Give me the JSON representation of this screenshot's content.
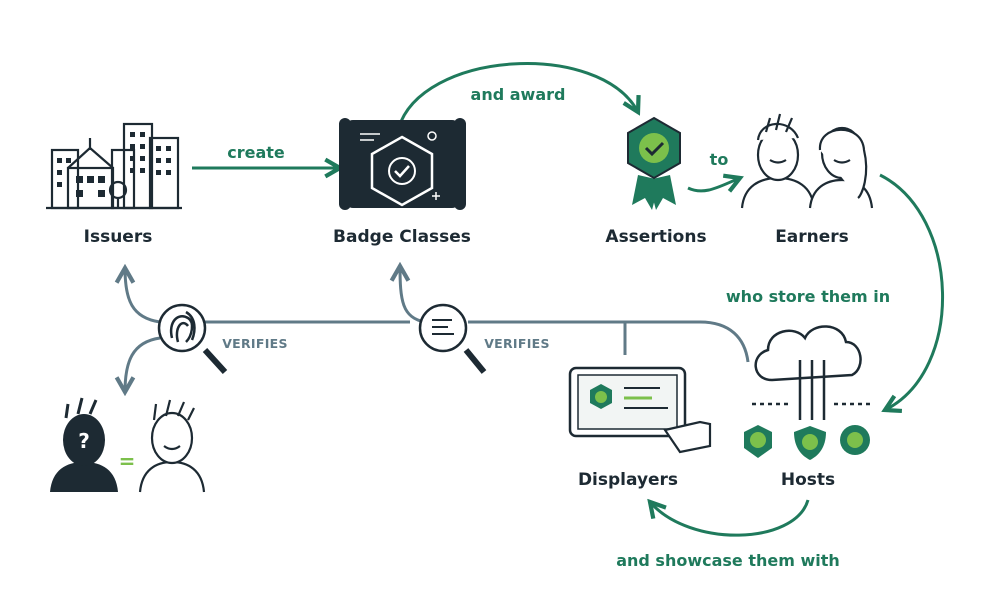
{
  "nodes": {
    "issuers": "Issuers",
    "badge_classes": "Badge Classes",
    "assertions": "Assertions",
    "earners": "Earners",
    "hosts": "Hosts",
    "displayers": "Displayers"
  },
  "flows": {
    "create": "create",
    "and_award": "and award",
    "to": "to",
    "who_store": "who store them in",
    "showcase": "and showcase them with"
  },
  "verify": {
    "verifies_1": "VERIFIES",
    "verifies_2": "VERIFIES",
    "equals": "="
  },
  "colors": {
    "dark": "#1d2a33",
    "green": "#1f7a5c",
    "bright_green": "#7cc04b",
    "slate": "#607a87"
  },
  "icons": [
    "city-buildings-icon",
    "blueprint-badge-icon",
    "ribbon-badge-icon",
    "people-icon",
    "cloud-server-icon",
    "tablet-hand-icon",
    "fingerprint-magnifier-icon",
    "document-magnifier-icon",
    "unknown-person-icon",
    "person-icon"
  ]
}
